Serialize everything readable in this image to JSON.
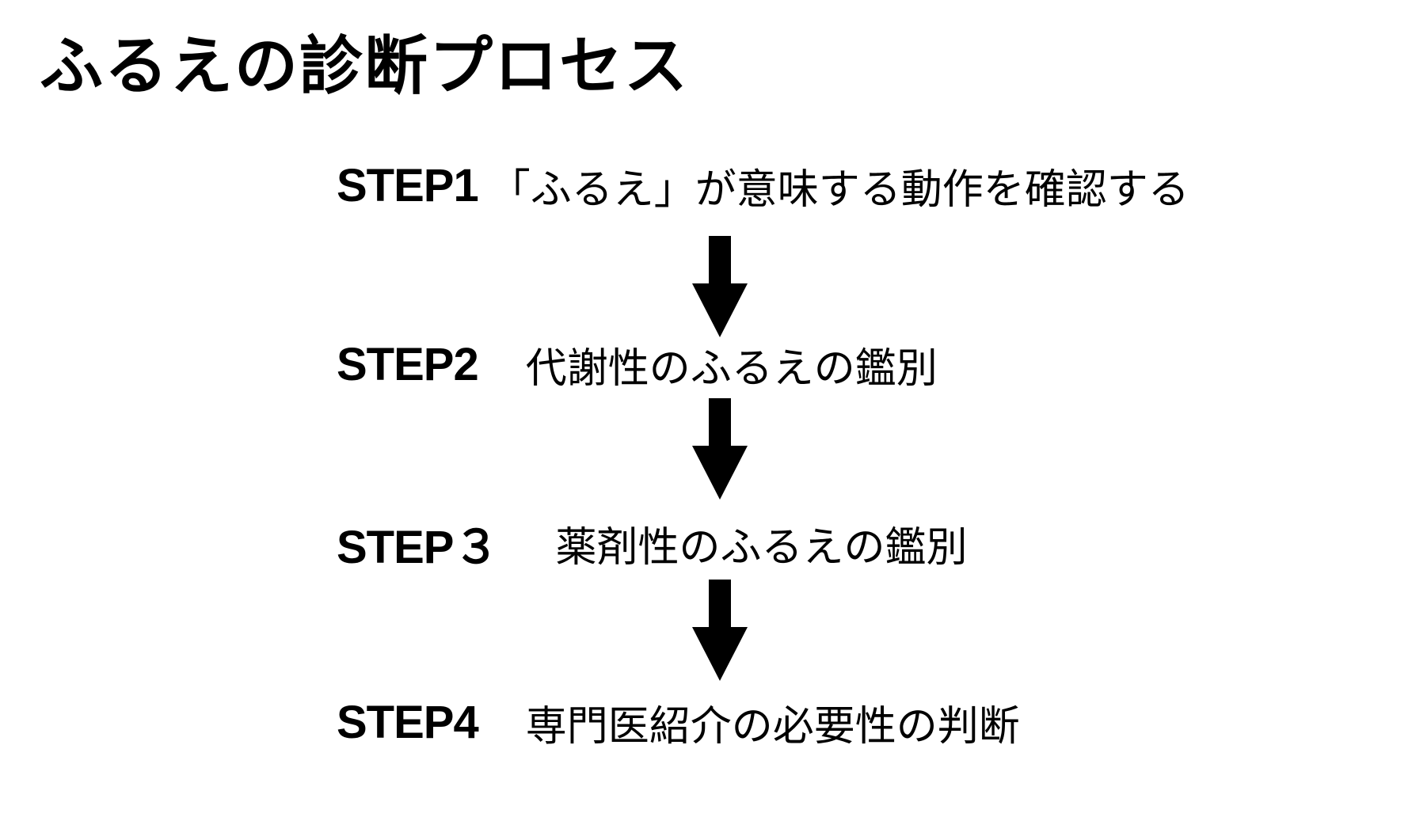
{
  "title": "ふるえの診断プロセス",
  "steps": [
    {
      "label": "STEP1",
      "text": "「ふるえ」が意味する動作を確認する"
    },
    {
      "label": "STEP2",
      "text": "代謝性のふるえの鑑別"
    },
    {
      "label": "STEP３",
      "text": "薬剤性のふるえの鑑別"
    },
    {
      "label": "STEP4",
      "text": "専門医紹介の必要性の判断"
    }
  ],
  "arrows": [
    {
      "icon": "arrow-down-icon",
      "color": "#000000"
    },
    {
      "icon": "arrow-down-icon",
      "color": "#000000"
    },
    {
      "icon": "arrow-down-icon",
      "color": "#000000"
    }
  ]
}
